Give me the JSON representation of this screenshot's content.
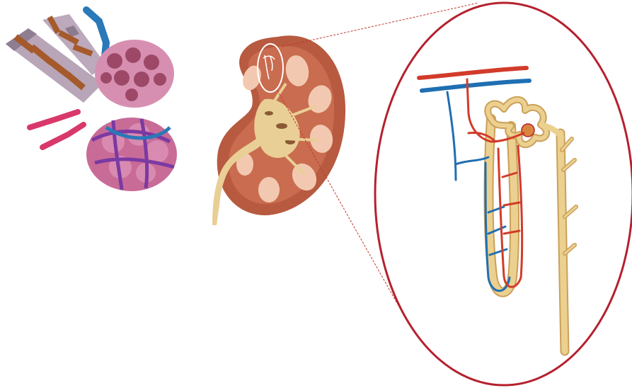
{
  "figure": {
    "panels": [
      "lung-alveoli-illustration",
      "kidney-cross-section-illustration",
      "nephron-zoom-illustration"
    ],
    "colors": {
      "background": "#ffffff",
      "zoom_ring": "#b5202e",
      "zoom_guide": "#c0392b",
      "artery": "#d23b2a",
      "vein": "#1f6fb2",
      "tubule": "#e8c77e",
      "kidney_cortex": "#b9573f",
      "kidney_pelvis": "#ead09a",
      "alveoli": "#c46a8f",
      "bronchus": "#b4a3b4"
    }
  }
}
